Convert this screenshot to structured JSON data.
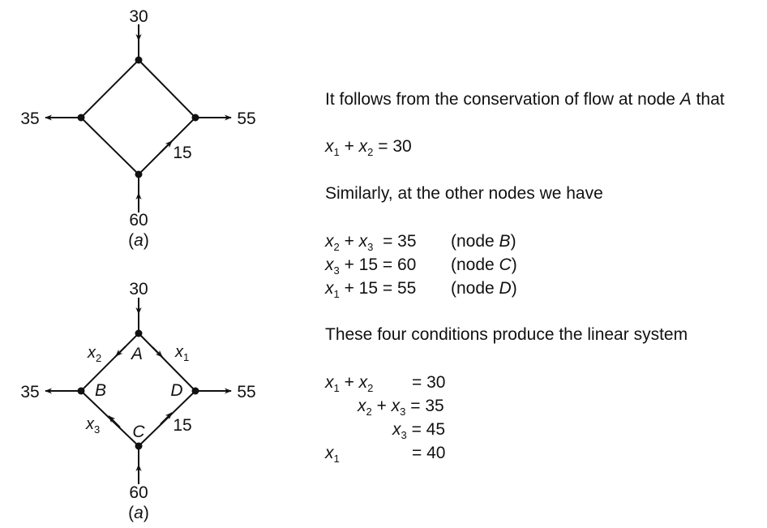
{
  "diagram_a": {
    "top_flow": "30",
    "left_flow": "35",
    "right_flow": "55",
    "bottom_flow": "60",
    "edge_flow": "15",
    "caption_open": "(",
    "caption_var": "a",
    "caption_close": ")"
  },
  "diagram_b": {
    "top_flow": "30",
    "left_flow": "35",
    "right_flow": "55",
    "bottom_flow": "60",
    "edge_flow": "15",
    "node_a": "A",
    "node_b": "B",
    "node_c": "C",
    "node_d": "D",
    "var_x": "x",
    "sub_1": "1",
    "sub_2": "2",
    "sub_3": "3",
    "caption_open": "(",
    "caption_var": "a",
    "caption_close": ")"
  },
  "text": {
    "intro": "It follows from the conservation of flow at node ",
    "intro_node": "A",
    "intro_end": " that",
    "eq_a": {
      "x": "x",
      "s1": "1",
      "plus": " + ",
      "s2": "2",
      "rhs": " = 30"
    },
    "similarly": "Similarly, at the other nodes we have",
    "eq_b": {
      "x": "x",
      "s2": "2",
      "plus": " + ",
      "s3": "3",
      "rhs": "  = 35",
      "note_open": "(node ",
      "node": "B",
      "note_close": ")"
    },
    "eq_c": {
      "x": "x",
      "s3": "3",
      "rhs": " + 15 = 60",
      "note_open": "(node ",
      "node": "C",
      "note_close": ")"
    },
    "eq_d": {
      "x": "x",
      "s1": "1",
      "rhs": " + 15 = 55",
      "note_open": "(node ",
      "node": "D",
      "note_close": ")"
    },
    "conclusion": "These four conditions produce the linear system",
    "system": {
      "r1": {
        "x": "x",
        "s1": "1",
        "plus": " + ",
        "s2": "2",
        "rhs": "= 30"
      },
      "r2": {
        "x": "x",
        "s2": "2",
        "plus": " + ",
        "s3": "3",
        "rhs": " = 35"
      },
      "r3": {
        "x": "x",
        "s3": "3",
        "rhs": " = 45"
      },
      "r4": {
        "x": "x",
        "s1": "1",
        "rhs": "= 40"
      }
    }
  }
}
